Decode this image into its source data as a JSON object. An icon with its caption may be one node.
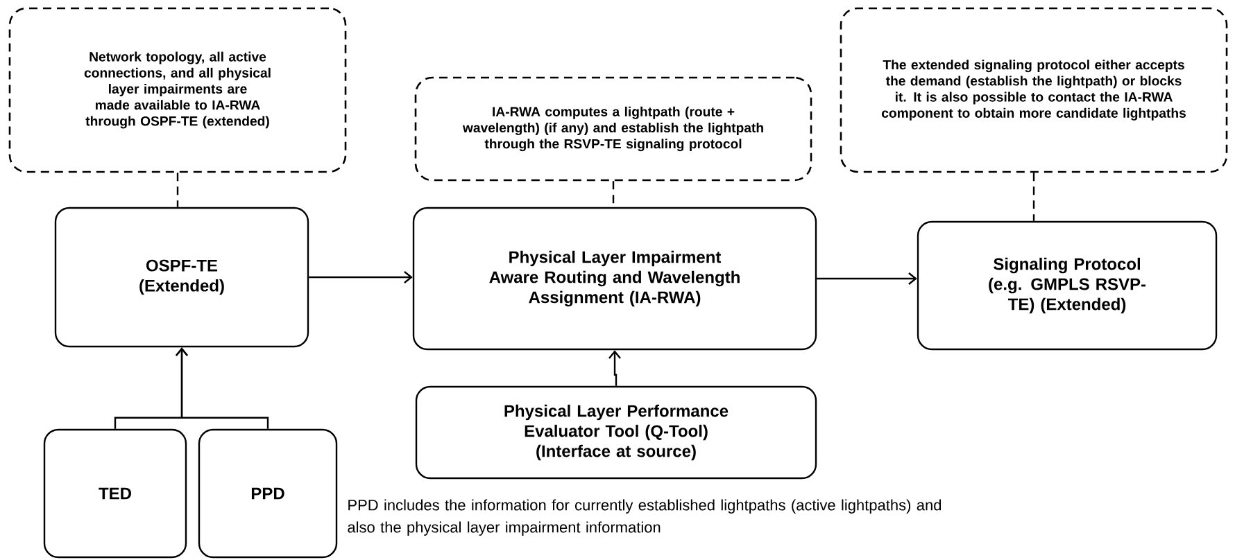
{
  "diagram": {
    "nodes": [
      {
        "text": [
          "Network topology, all active connections, and all physical layer impairments are made available to IA-RWA through OSPF-TE (extended)"
        ]
      },
      {
        "text": [
          "IA-RWA computes a lightpath (route + wavelength) (if any) and establish the lightpath through the RSVP-TE signaling protocol"
        ]
      },
      {
        "text": [
          "The extended signaling protocol either accepts the demand (establish the lightpath) or blocks it. It is also possible to contact the IA-RWA component to obtain more candidate lightpaths"
        ]
      },
      {
        "text": [
          "OSPF-TE (Extended)"
        ]
      },
      {
        "text": [
          "Physical Layer Impairment Aware Routing and Wavelength Assignment (IA-RWA)"
        ]
      },
      {
        "text": [
          "Signaling Protocol (e.g. GMPLS RSVP-TE) (Extended)"
        ]
      },
      {
        "text": [
          "Physical Layer Performance Evaluator Tool (Q-Tool) (Interface at source)"
        ]
      },
      {
        "text": [
          "TED"
        ]
      },
      {
        "text": [
          "PPD"
        ]
      }
    ],
    "edges": [
      {
        "from": 0,
        "to": 3,
        "arrow": "none",
        "style": "dashed"
      },
      {
        "from": 1,
        "to": 4,
        "arrow": "none",
        "style": "dashed"
      },
      {
        "from": 2,
        "to": 5,
        "arrow": "none",
        "style": "dashed"
      },
      {
        "from": 3,
        "to": 4,
        "arrow": "to"
      },
      {
        "from": 4,
        "to": 5,
        "arrow": "to"
      },
      {
        "from": 6,
        "to": 4,
        "arrow": "to"
      },
      {
        "from": 7,
        "to": 3,
        "arrow": "to"
      },
      {
        "from": 8,
        "to": 3,
        "arrow": "to"
      }
    ],
    "labels": [
      "PPD includes the information for currently established lightpaths (active lightpaths) and also the physical layer impairment information"
    ]
  }
}
